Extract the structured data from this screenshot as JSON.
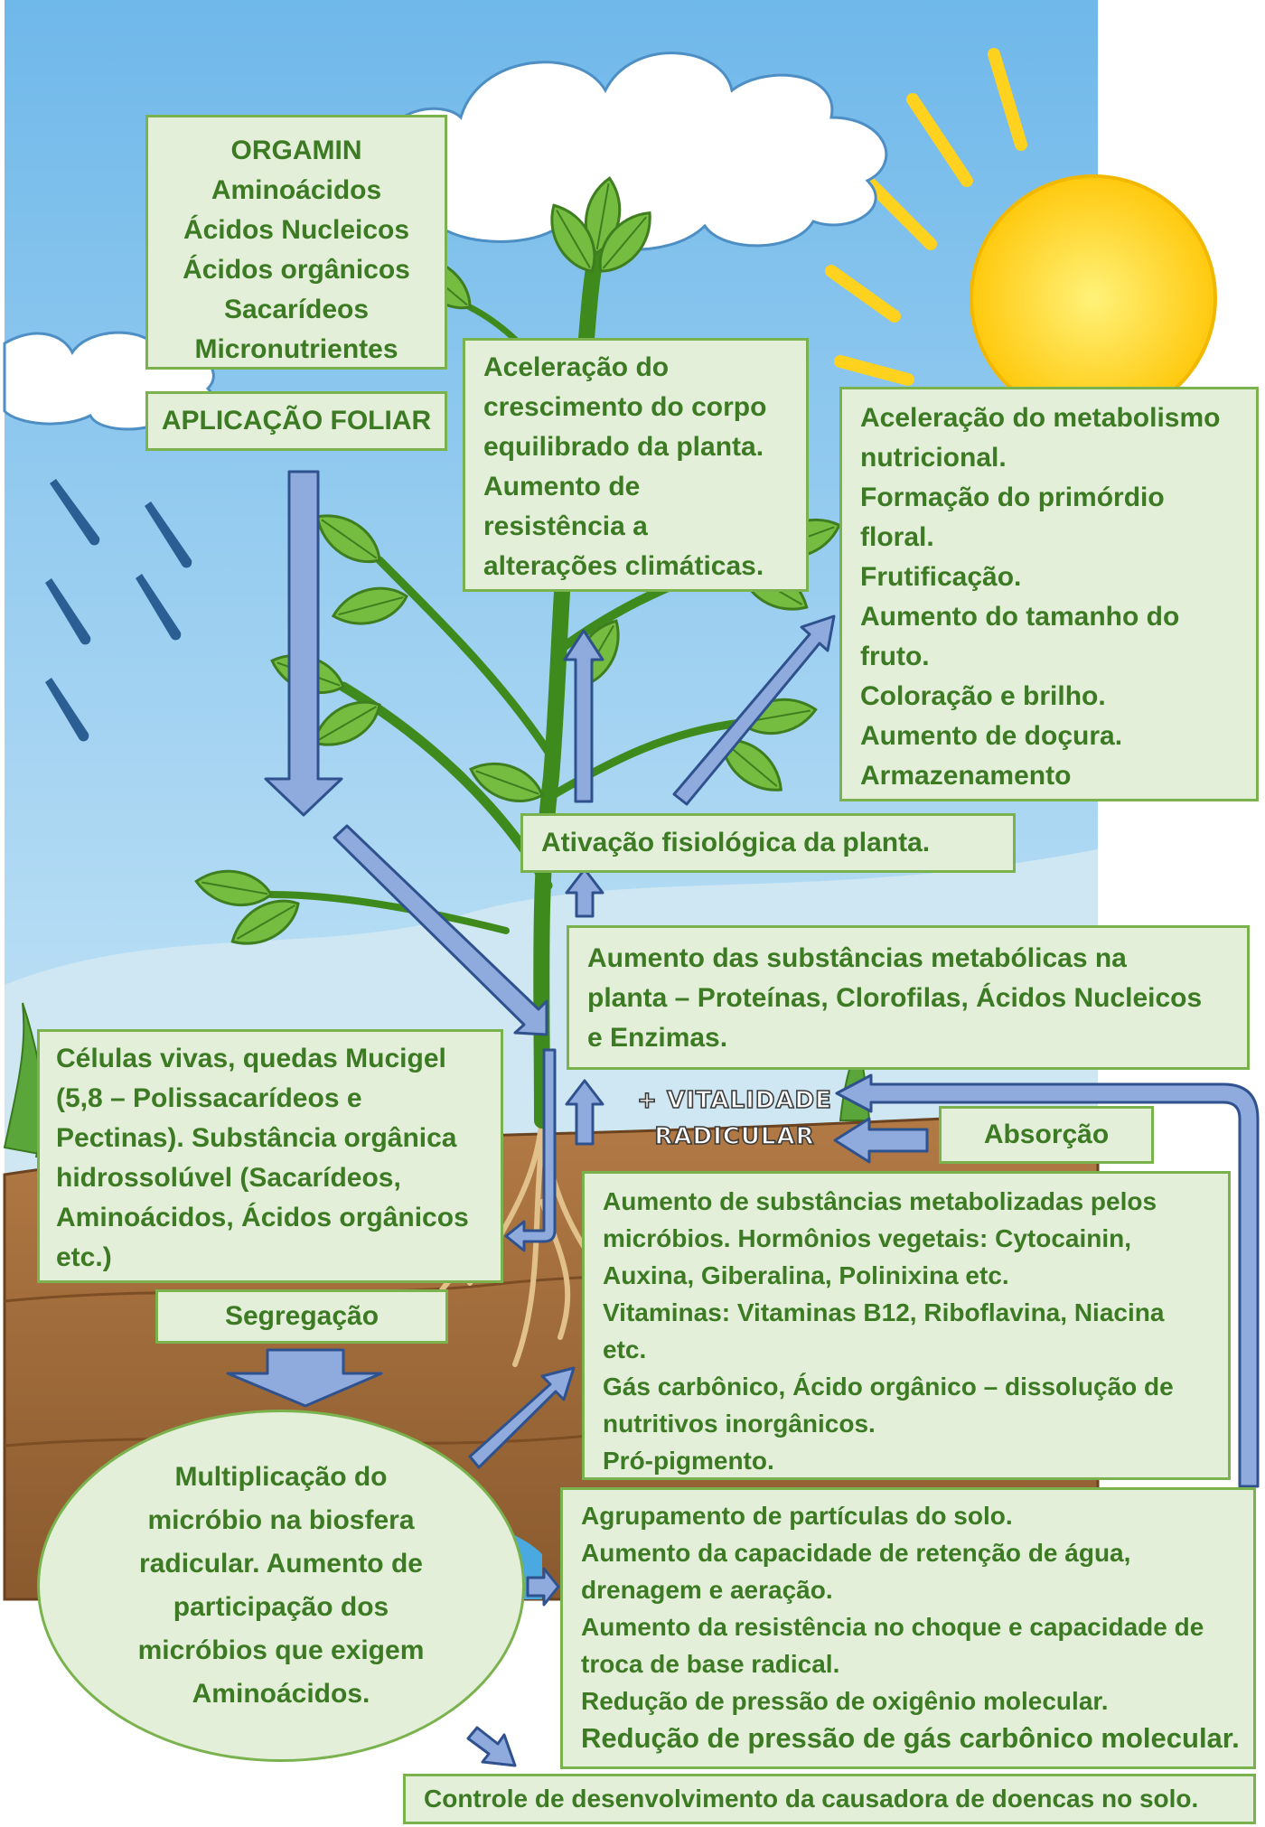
{
  "ingredients_box": {
    "lines": [
      "ORGAMIN",
      "Aminoácidos",
      "Ácidos Nucleicos",
      "Ácidos orgânicos",
      "Sacarídeos",
      "Micronutrientes"
    ]
  },
  "foliar_application": {
    "label": "APLICAÇÃO FOLIAR"
  },
  "growth_box": {
    "lines": [
      "Aceleração do",
      "crescimento do corpo",
      "equilibrado da planta.",
      "Aumento de",
      "resistência a",
      "alterações climáticas."
    ]
  },
  "metabolism_box": {
    "lines": [
      "Aceleração do metabolismo",
      "nutricional.",
      "Formação do primórdio",
      "floral.",
      "Frutificação.",
      "Aumento do tamanho do",
      "fruto.",
      "Coloração e brilho.",
      "Aumento de doçura.",
      "Armazenamento"
    ]
  },
  "activation_box": {
    "label": "Ativação fisiológica da planta."
  },
  "metabolic_box": {
    "lines": [
      "Aumento das substâncias metabólicas na",
      "planta – Proteínas, Clorofilas, Ácidos Nucleicos",
      "e Enzimas."
    ]
  },
  "vitality": {
    "line1": "+ VITALIDADE",
    "line2": "RADICULAR"
  },
  "absorption_box": {
    "label": "Absorção"
  },
  "cells_box": {
    "lines": [
      "Células vivas, quedas Mucigel",
      "(5,8 – Polissacarídeos e",
      "Pectinas). Substância orgânica",
      "hidrossolúvel (Sacarídeos,",
      "Aminoácidos, Ácidos orgânicos",
      "etc.)"
    ]
  },
  "segregation_box": {
    "label": "Segregação"
  },
  "microbe_substances_box": {
    "lines": [
      "Aumento de substâncias metabolizadas pelos",
      "micróbios. Hormônios vegetais: Cytocainin,",
      "Auxina, Giberalina, Polinixina etc.",
      "Vitaminas: Vitaminas B12, Riboflavina, Niacina",
      "etc.",
      "Gás carbônico, Ácido orgânico – dissolução de",
      "nutritivos inorgânicos.",
      "Pró-pigmento."
    ]
  },
  "microbe_ellipse": {
    "lines": [
      "Multiplicação do",
      "micróbio na biosfera",
      "radicular. Aumento de",
      "participação dos",
      "micróbios que exigem",
      "Aminoácidos."
    ]
  },
  "soil_box": {
    "lines": [
      "Agrupamento de partículas do solo.",
      "Aumento da capacidade de retenção de água,",
      "drenagem e aeração.",
      "Aumento da resistência no choque e capacidade de",
      "troca de base radical.",
      "Redução de pressão de oxigênio molecular.",
      "Redução de pressão de gás carbônico molecular."
    ]
  },
  "disease_box": {
    "label": "Controle de desenvolvimento da causadora de doencas no solo."
  },
  "colors": {
    "box_fill": "#e3efd8",
    "box_border": "#7ab24e",
    "text": "#3d7a24",
    "arrow_fill": "#8faadc",
    "arrow_stroke": "#2f528f",
    "sky": "#8fc8ee",
    "soil": "#a8703e",
    "leaf": "#6ab23a",
    "sun": "#ffd21f"
  }
}
